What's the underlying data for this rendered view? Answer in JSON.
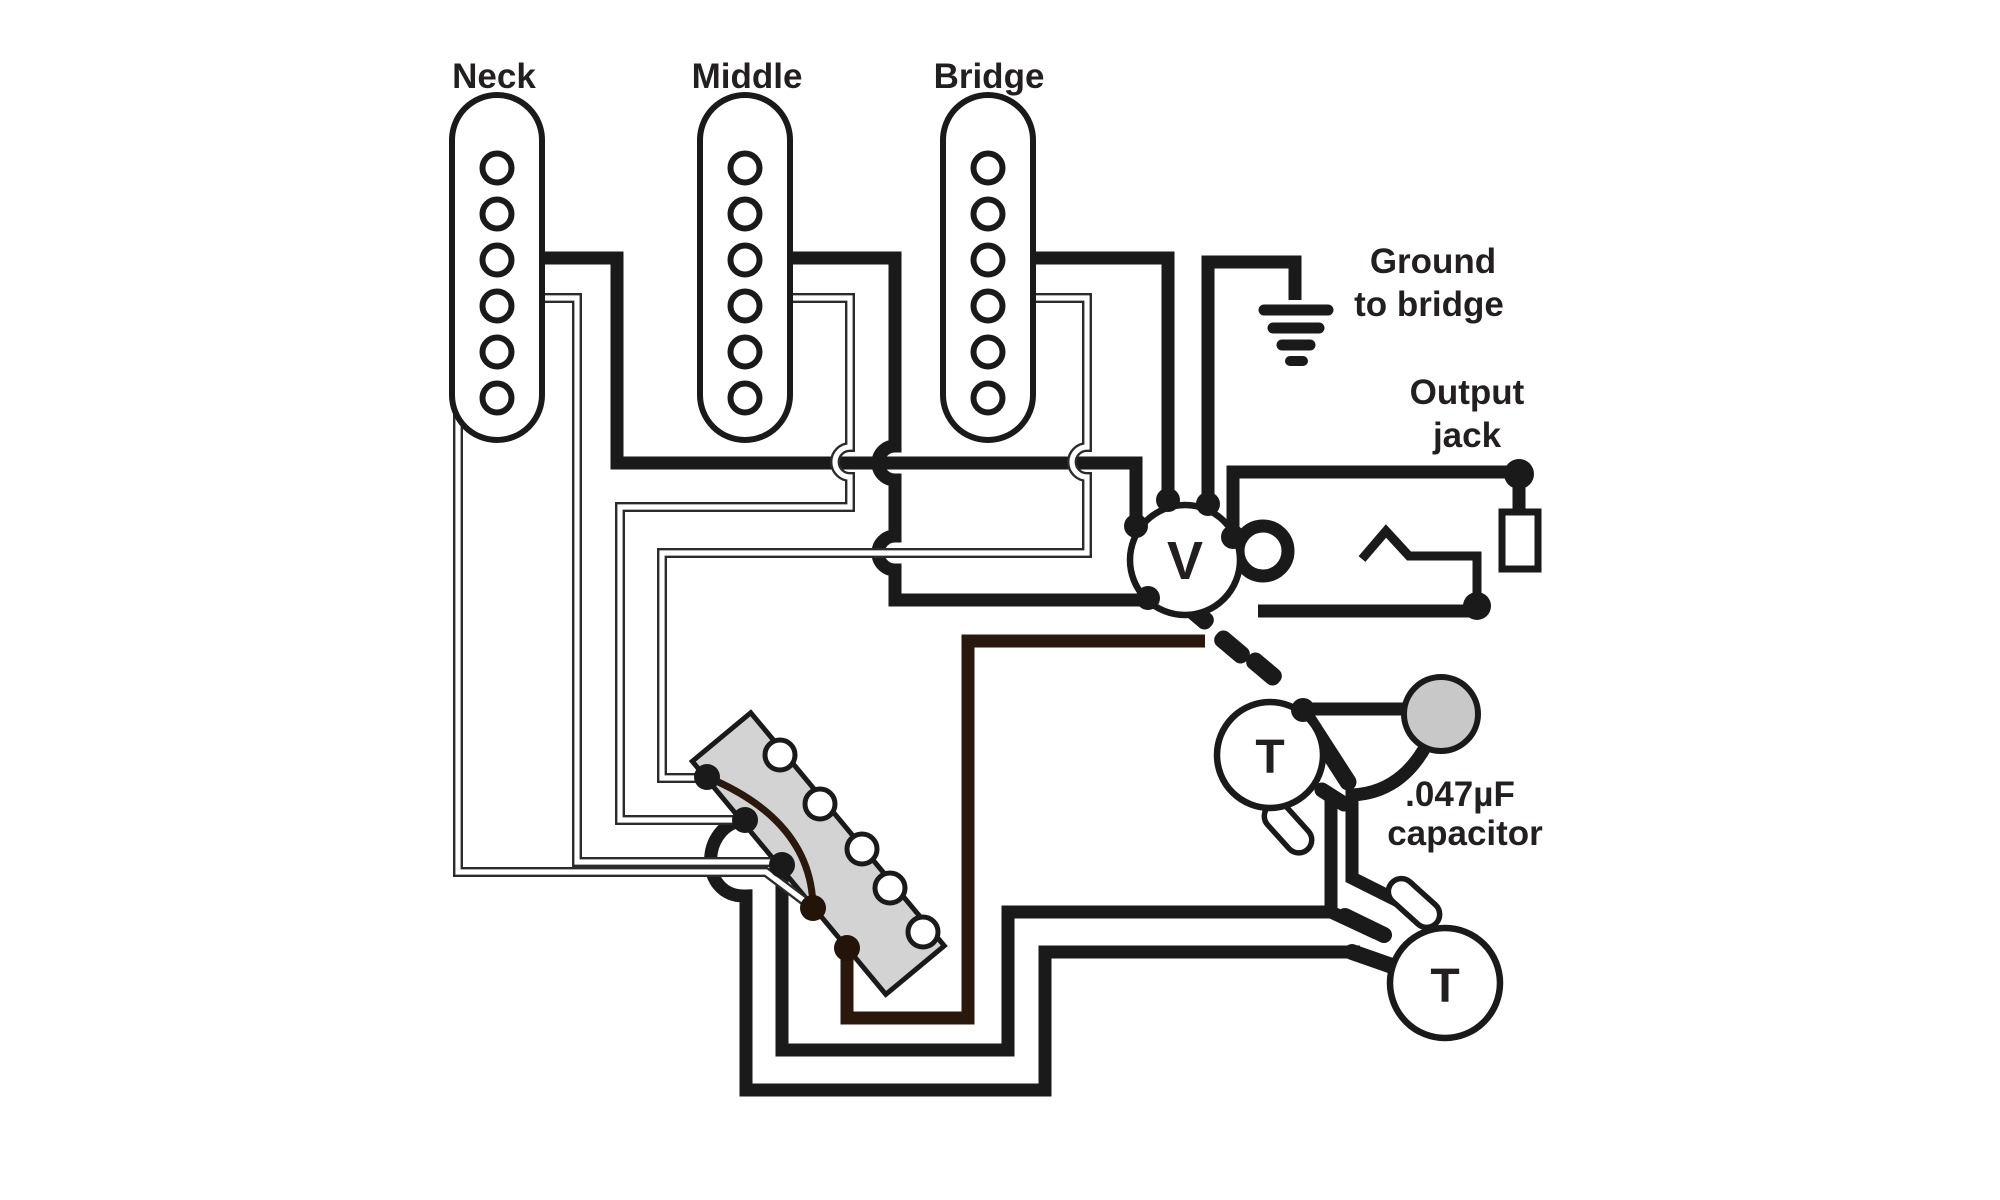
{
  "labels": {
    "neck": "Neck",
    "middle": "Middle",
    "bridge": "Bridge",
    "ground_line1": "Ground",
    "ground_line2": "to bridge",
    "output_line1": "Output",
    "output_line2": "jack",
    "cap_line1": ".047µF",
    "cap_line2": "capacitor"
  },
  "components": {
    "volume": "V",
    "tone_neck": "T",
    "tone_bridge": "T"
  },
  "colors": {
    "background": "#ffffff",
    "wire": "#1a1a1a",
    "wire_dark_brown": "#2a180d",
    "switch_body": "#d3d3d3",
    "capacitor_fill": "#c8c8c8",
    "text": "#231f20",
    "white": "#ffffff"
  }
}
